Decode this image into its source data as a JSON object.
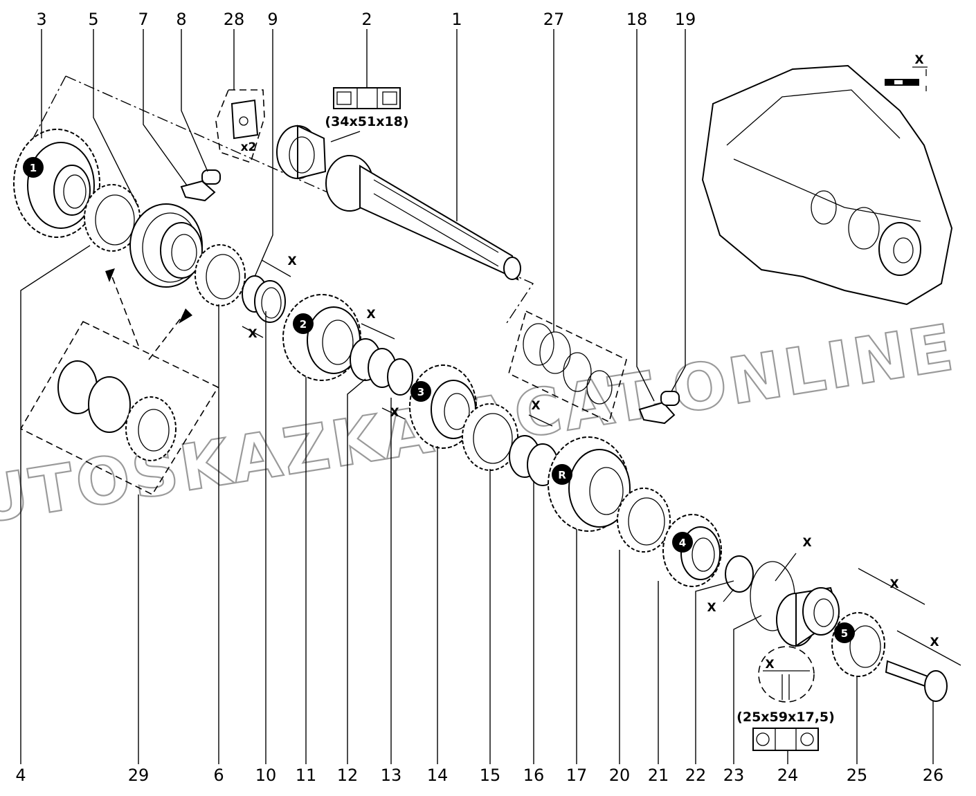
{
  "callouts_top": [
    "3",
    "5",
    "7",
    "8",
    "28",
    "9",
    "2",
    "1",
    "27",
    "18",
    "19"
  ],
  "callouts_bottom": [
    "4",
    "29",
    "6",
    "10",
    "11",
    "12",
    "13",
    "14",
    "15",
    "16",
    "17",
    "20",
    "21",
    "22",
    "23",
    "24",
    "25",
    "26"
  ],
  "bearing_top_dims": "(34x51x18)",
  "bearing_bottom_dims": "(25x59x17,5)",
  "qty_28": "x2",
  "gear_badges": [
    "1",
    "2",
    "3",
    "R",
    "4",
    "5"
  ],
  "dim_marker": "X",
  "watermark": "AUTOSKAZKA-ACAT.ONLINE"
}
